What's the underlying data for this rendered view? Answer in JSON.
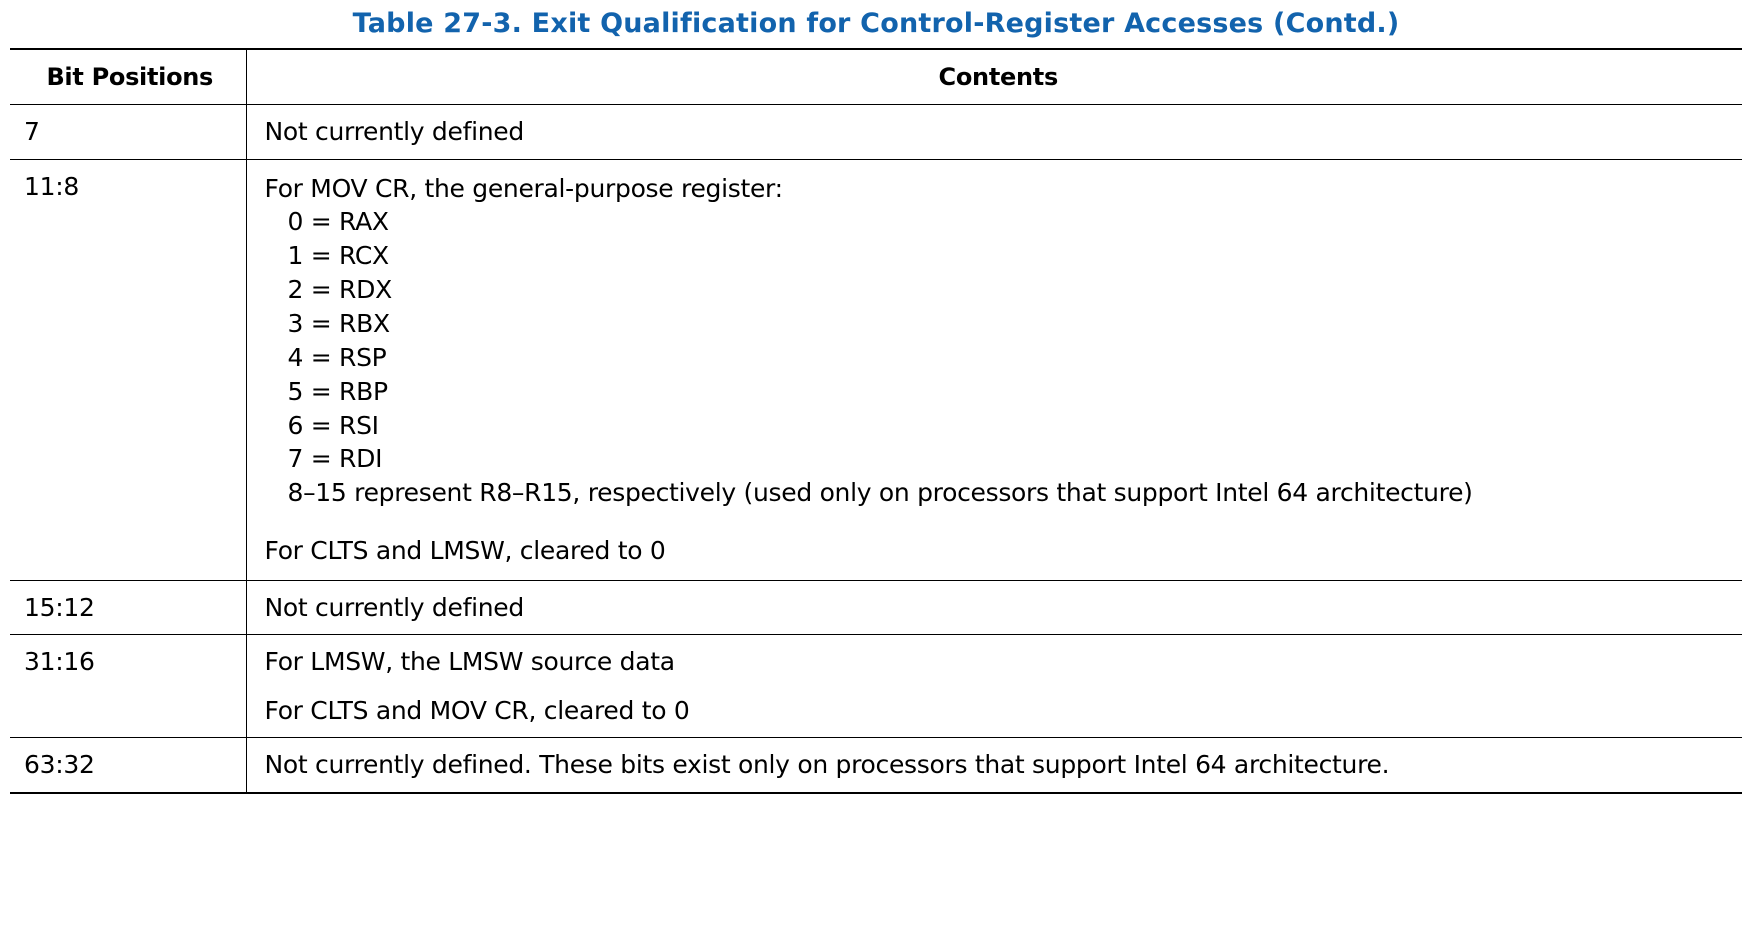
{
  "document": {
    "title": "Table 27-3.  Exit Qualification for Control-Register Accesses  (Contd.)",
    "title_color": "#1263ad"
  },
  "table": {
    "headers": {
      "bit_positions": "Bit Positions",
      "contents": "Contents"
    },
    "rows": [
      {
        "bits": "7",
        "kind": "simple",
        "text": "Not currently defined"
      },
      {
        "bits": "11:8",
        "kind": "register-list",
        "intro": "For MOV CR, the general-purpose register:",
        "registers": [
          "0 = RAX",
          "1 = RCX",
          "2 = RDX",
          "3 = RBX",
          "4 = RSP",
          "5 = RBP",
          "6 = RSI",
          "7 = RDI"
        ],
        "register_note": "8–15 represent R8–R15, respectively (used only on processors that support Intel 64 architecture)",
        "footer": "For CLTS and LMSW, cleared to 0"
      },
      {
        "bits": "15:12",
        "kind": "simple",
        "text": "Not currently defined"
      },
      {
        "bits": "31:16",
        "kind": "two-line",
        "line1": "For LMSW, the LMSW source data",
        "line2": "For CLTS and MOV CR, cleared to 0"
      },
      {
        "bits": "63:32",
        "kind": "simple",
        "text": "Not currently defined. These bits exist only on processors that support Intel 64 architecture."
      }
    ]
  }
}
